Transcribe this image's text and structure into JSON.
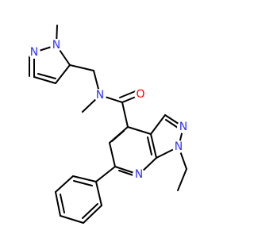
{
  "molecule": {
    "colors": {
      "bond": "#000000",
      "nitrogen": "#3333ff",
      "oxygen": "#ff0000"
    },
    "atoms": {
      "n_pyrazole_top": {
        "symbol": "N",
        "color_key": "nitrogen"
      },
      "n_pyrazole_methyl": {
        "symbol": "N",
        "color_key": "nitrogen"
      },
      "n_amide": {
        "symbol": "N",
        "color_key": "nitrogen"
      },
      "o_carbonyl": {
        "symbol": "O",
        "color_key": "oxygen"
      },
      "n_ring_right": {
        "symbol": "N",
        "color_key": "nitrogen"
      },
      "n_pyridine": {
        "symbol": "N",
        "color_key": "nitrogen"
      },
      "n_ethyl": {
        "symbol": "N",
        "color_key": "nitrogen"
      }
    }
  }
}
